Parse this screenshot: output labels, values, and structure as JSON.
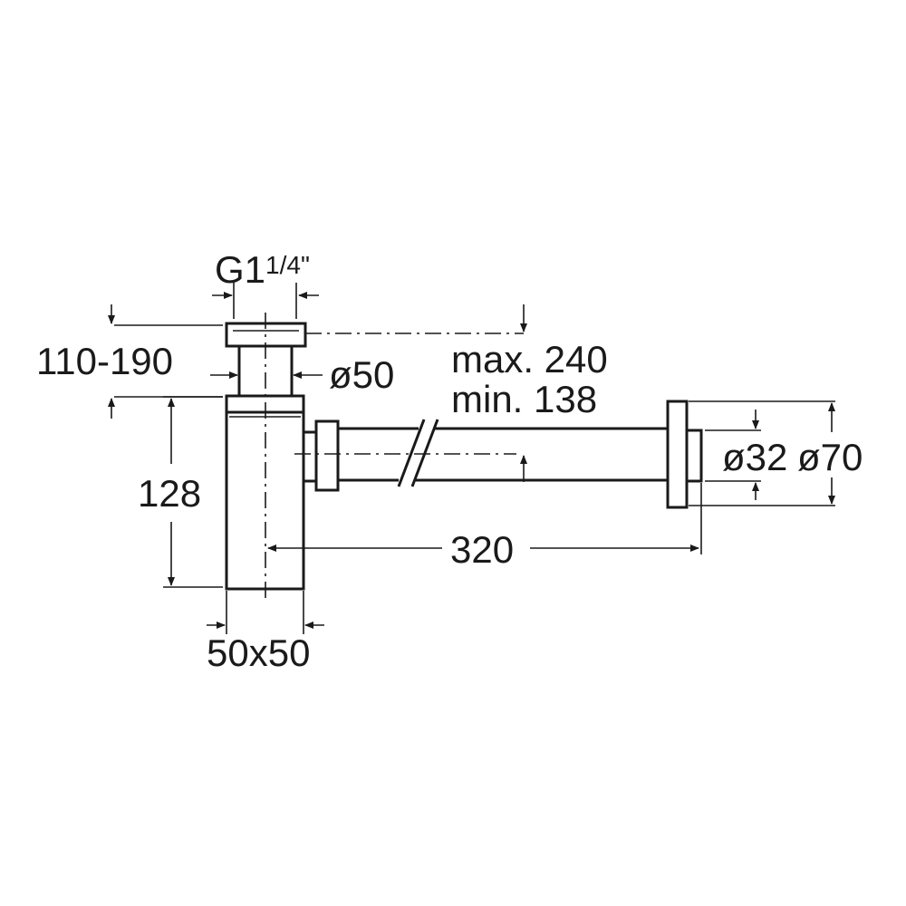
{
  "labels": {
    "inlet_thread": "G1",
    "inlet_thread_fraction": "1/4\"",
    "height_range": "110-190",
    "inlet_diameter": "ø50",
    "extension_range_max": "max. 240",
    "extension_range_min": "min. 138",
    "body_height": "128",
    "outlet_diameter": "ø32",
    "flange_diameter": "ø70",
    "horizontal_length": "320",
    "body_section": "50x50"
  },
  "colors": {
    "line": "#1a1a1a",
    "background": "#ffffff"
  }
}
